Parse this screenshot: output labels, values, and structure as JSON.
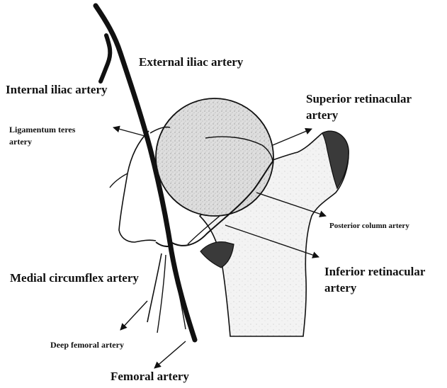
{
  "colors": {
    "background": "#ffffff",
    "ink": "#111111",
    "bone_fill": "#f2f2f2",
    "femoral_head_fill": "#d9d9d9",
    "trochanter_dark": "#3a3a3a"
  },
  "labels": {
    "external_iliac_artery": "External iliac artery",
    "internal_iliac_artery": "Internal iliac artery",
    "superior_retinacular_artery_line1": "Superior retinacular",
    "superior_retinacular_artery_line2": "artery",
    "ligamentum_teres_artery_line1": "Ligamentum teres",
    "ligamentum_teres_artery_line2": "artery",
    "posterior_column_artery": "Posterior column artery",
    "inferior_retinacular_artery_line1": "Inferior retinacular",
    "inferior_retinacular_artery_line2": "artery",
    "medial_circumflex_artery": "Medial circumflex artery",
    "deep_femoral_artery": "Deep femoral artery",
    "femoral_artery": "Femoral artery"
  }
}
